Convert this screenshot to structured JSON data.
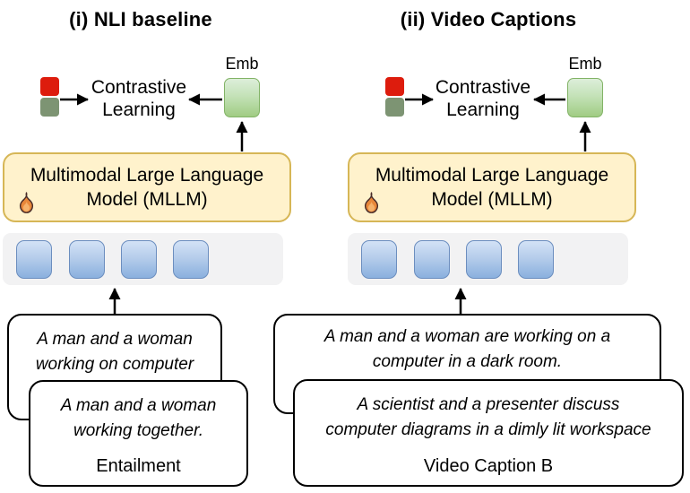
{
  "figure": {
    "description_labels": {
      "emb": "Emb",
      "contrastive_line1": "Contrastive",
      "contrastive_line2": "Learning",
      "mllm_line1": "Multimodal Large Language",
      "mllm_line2": "Model (MLLM)"
    }
  },
  "colors": {
    "mllm_fill": "#FFF2CC",
    "mllm_border": "#D6B656",
    "emb_fill": "#D5E8D4",
    "emb_border": "#82B366",
    "token_fill": "#DAE8FC",
    "token_border": "#6C8EBF",
    "token_tray_bg": "#F2F2F3",
    "anchor_red": "#DD1C0D",
    "positive_green": "#7D9473",
    "arrow": "#000000"
  },
  "icons": {
    "trainable": "flame-icon"
  },
  "panels": [
    {
      "title": "(i) NLI baseline",
      "contrastive": {
        "line1": "Contrastive",
        "line2": "Learning"
      },
      "emb_label": "Emb",
      "mllm": {
        "line1": "Multimodal Large Language",
        "line2": "Model (MLLM)"
      },
      "cards": {
        "back_lines": {
          "line1": "A man and a woman",
          "line2": "working on computer"
        },
        "front_lines": {
          "line1": "A man and a woman",
          "line2": "working together."
        },
        "front_label": "Entailment"
      }
    },
    {
      "title": "(ii) Video Captions",
      "contrastive": {
        "line1": "Contrastive",
        "line2": "Learning"
      },
      "emb_label": "Emb",
      "mllm": {
        "line1": "Multimodal Large Language",
        "line2": "Model (MLLM)"
      },
      "cards": {
        "back_lines": {
          "line1": "A man and a woman are working on a",
          "line2": "computer in a dark room."
        },
        "front_lines": {
          "line1": "A scientist and a presenter discuss",
          "line2": "computer diagrams in a dimly lit workspace"
        },
        "front_label": "Video Caption B"
      }
    }
  ]
}
